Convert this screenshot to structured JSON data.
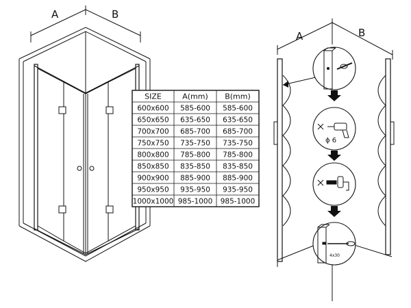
{
  "left_diagram": {
    "dim_a": "A",
    "dim_b": "B"
  },
  "size_table": {
    "headers": [
      "SIZE",
      "A(mm)",
      "B(mm)"
    ],
    "rows": [
      [
        "600x600",
        "585-600",
        "585-600"
      ],
      [
        "650x650",
        "635-650",
        "635-650"
      ],
      [
        "700x700",
        "685-700",
        "685-700"
      ],
      [
        "750x750",
        "735-750",
        "735-750"
      ],
      [
        "800x800",
        "785-800",
        "785-800"
      ],
      [
        "850x850",
        "835-850",
        "835-850"
      ],
      [
        "900x900",
        "885-900",
        "885-900"
      ],
      [
        "950x950",
        "935-950",
        "935-950"
      ],
      [
        "1000x1000",
        "985-1000",
        "985-1000"
      ]
    ]
  },
  "right_diagram": {
    "dim_a": "A",
    "dim_b": "B",
    "drill_label": "ϕ 6",
    "screw_label": "4x30"
  },
  "icons": {
    "step_arrow": "down-arrow-icon",
    "drill": "drill-icon",
    "wall_plug": "wall-plug-icon",
    "screwdriver": "screwdriver-icon"
  },
  "colors": {
    "line": "#111111",
    "background": "#ffffff"
  }
}
